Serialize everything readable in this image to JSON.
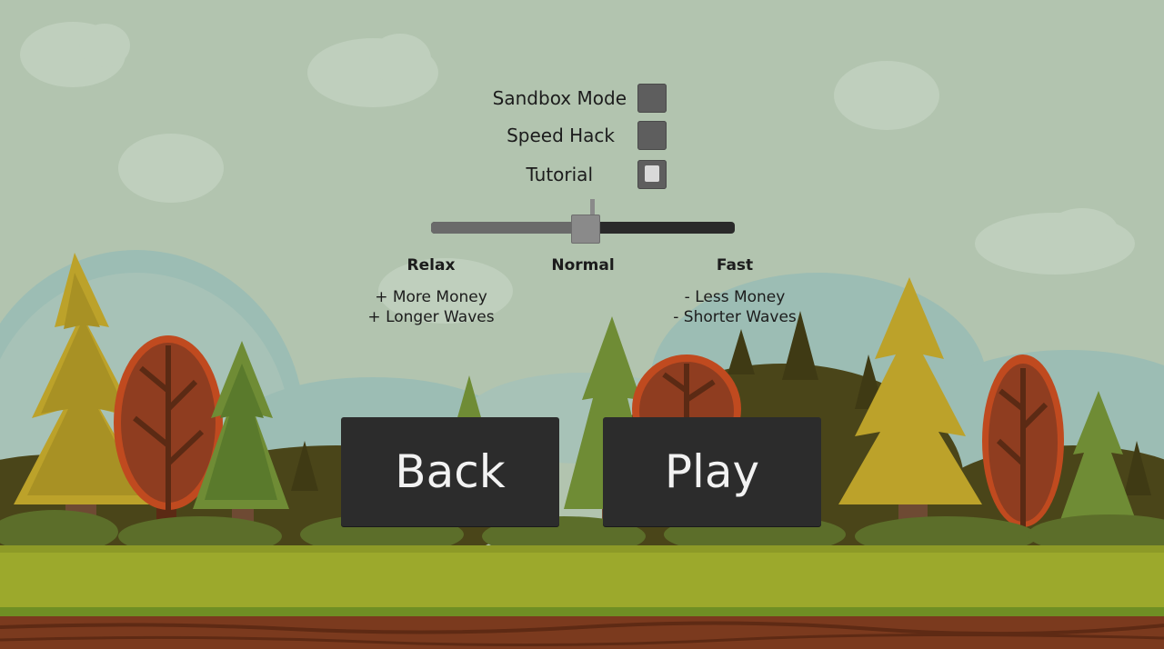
{
  "options": [
    {
      "label": "Sandbox Mode",
      "checked": false
    },
    {
      "label": "Speed Hack",
      "checked": false
    },
    {
      "label": "Tutorial",
      "checked": true
    }
  ],
  "speed": {
    "value": 0.5,
    "labels": {
      "relax": "Relax",
      "normal": "Normal",
      "fast": "Fast"
    },
    "relax_desc": [
      "+ More Money",
      "+ Longer Waves"
    ],
    "fast_desc": [
      "- Less Money",
      "- Shorter Waves"
    ]
  },
  "buttons": {
    "back": "Back",
    "play": "Play"
  },
  "colors": {
    "sky": "#b2c4af",
    "button": "#2c2c2c",
    "grass": "#9ca92c",
    "soil": "#7b3a1e"
  }
}
